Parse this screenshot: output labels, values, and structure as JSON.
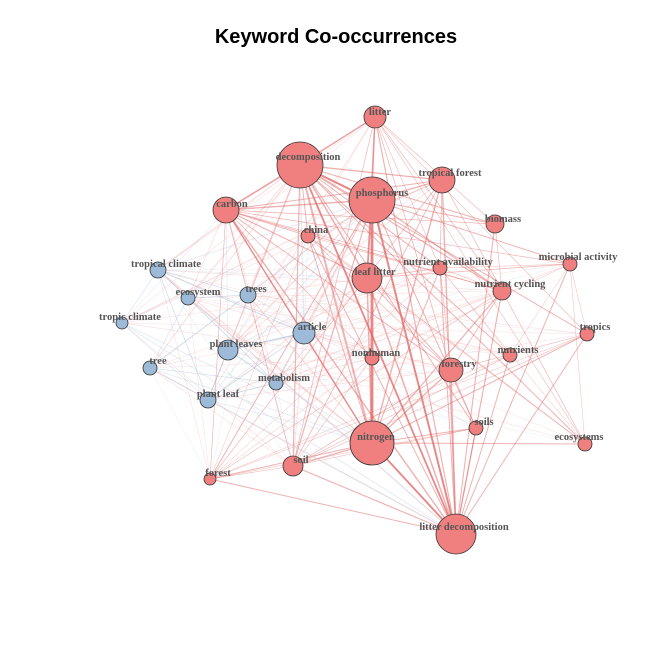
{
  "title": "Keyword Co-occurrences",
  "colors": {
    "cluster_red_fill": "#f08080",
    "cluster_red_edge": "#e06666",
    "cluster_blue_fill": "#9dbad8",
    "cluster_blue_edge": "#8aaed2",
    "node_stroke": "#333333",
    "label": "#555555"
  },
  "clusters": [
    {
      "id": "red",
      "nodes": [
        "litter",
        "decomposition",
        "tropical forest",
        "phosphorus",
        "carbon",
        "biomass",
        "china",
        "nutrient availability",
        "microbial activity",
        "leaf litter",
        "nutrient cycling",
        "tropics",
        "nonhuman",
        "nutrients",
        "forestry",
        "soils",
        "ecosystems",
        "nitrogen",
        "soil",
        "forest",
        "litter decomposition"
      ]
    },
    {
      "id": "blue",
      "nodes": [
        "tropical climate",
        "ecosystem",
        "trees",
        "tropic climate",
        "article",
        "plant leaves",
        "tree",
        "metabolism",
        "plant leaf"
      ]
    }
  ],
  "nodes": [
    {
      "id": "litter",
      "label": "litter",
      "cluster": "red",
      "weight": 2
    },
    {
      "id": "decomposition",
      "label": "decomposition",
      "cluster": "red",
      "weight": 5
    },
    {
      "id": "tropical-forest",
      "label": "tropical forest",
      "cluster": "red",
      "weight": 3
    },
    {
      "id": "phosphorus",
      "label": "phosphorus",
      "cluster": "red",
      "weight": 5
    },
    {
      "id": "carbon",
      "label": "carbon",
      "cluster": "red",
      "weight": 3
    },
    {
      "id": "biomass",
      "label": "biomass",
      "cluster": "red",
      "weight": 1.5
    },
    {
      "id": "china",
      "label": "china",
      "cluster": "red",
      "weight": 1
    },
    {
      "id": "nutrient-availability",
      "label": "nutrient availability",
      "cluster": "red",
      "weight": 1
    },
    {
      "id": "microbial-activity",
      "label": "microbial activity",
      "cluster": "red",
      "weight": 1
    },
    {
      "id": "leaf-litter",
      "label": "leaf litter",
      "cluster": "red",
      "weight": 3.5
    },
    {
      "id": "nutrient-cycling",
      "label": "nutrient cycling",
      "cluster": "red",
      "weight": 2
    },
    {
      "id": "tropics",
      "label": "tropics",
      "cluster": "red",
      "weight": 1
    },
    {
      "id": "nonhuman",
      "label": "nonhuman",
      "cluster": "red",
      "weight": 1
    },
    {
      "id": "nutrients",
      "label": "nutrients",
      "cluster": "red",
      "weight": 1
    },
    {
      "id": "forestry",
      "label": "forestry",
      "cluster": "red",
      "weight": 2.5
    },
    {
      "id": "soils",
      "label": "soils",
      "cluster": "red",
      "weight": 1
    },
    {
      "id": "ecosystems",
      "label": "ecosystems",
      "cluster": "red",
      "weight": 1
    },
    {
      "id": "nitrogen",
      "label": "nitrogen",
      "cluster": "red",
      "weight": 5
    },
    {
      "id": "soil",
      "label": "soil",
      "cluster": "red",
      "weight": 2
    },
    {
      "id": "forest",
      "label": "forest",
      "cluster": "red",
      "weight": 1
    },
    {
      "id": "litter-decomposition",
      "label": "litter decomposition",
      "cluster": "red",
      "weight": 5
    },
    {
      "id": "tropical-climate",
      "label": "tropical climate",
      "cluster": "blue",
      "weight": 1.5
    },
    {
      "id": "ecosystem",
      "label": "ecosystem",
      "cluster": "blue",
      "weight": 1
    },
    {
      "id": "trees",
      "label": "trees",
      "cluster": "blue",
      "weight": 1.5
    },
    {
      "id": "tropic-climate",
      "label": "tropic climate",
      "cluster": "blue",
      "weight": 1
    },
    {
      "id": "article",
      "label": "article",
      "cluster": "blue",
      "weight": 2.5
    },
    {
      "id": "plant-leaves",
      "label": "plant leaves",
      "cluster": "blue",
      "weight": 2
    },
    {
      "id": "tree",
      "label": "tree",
      "cluster": "blue",
      "weight": 1
    },
    {
      "id": "metabolism",
      "label": "metabolism",
      "cluster": "blue",
      "weight": 1
    },
    {
      "id": "plant-leaf",
      "label": "plant leaf",
      "cluster": "blue",
      "weight": 1.5
    }
  ]
}
